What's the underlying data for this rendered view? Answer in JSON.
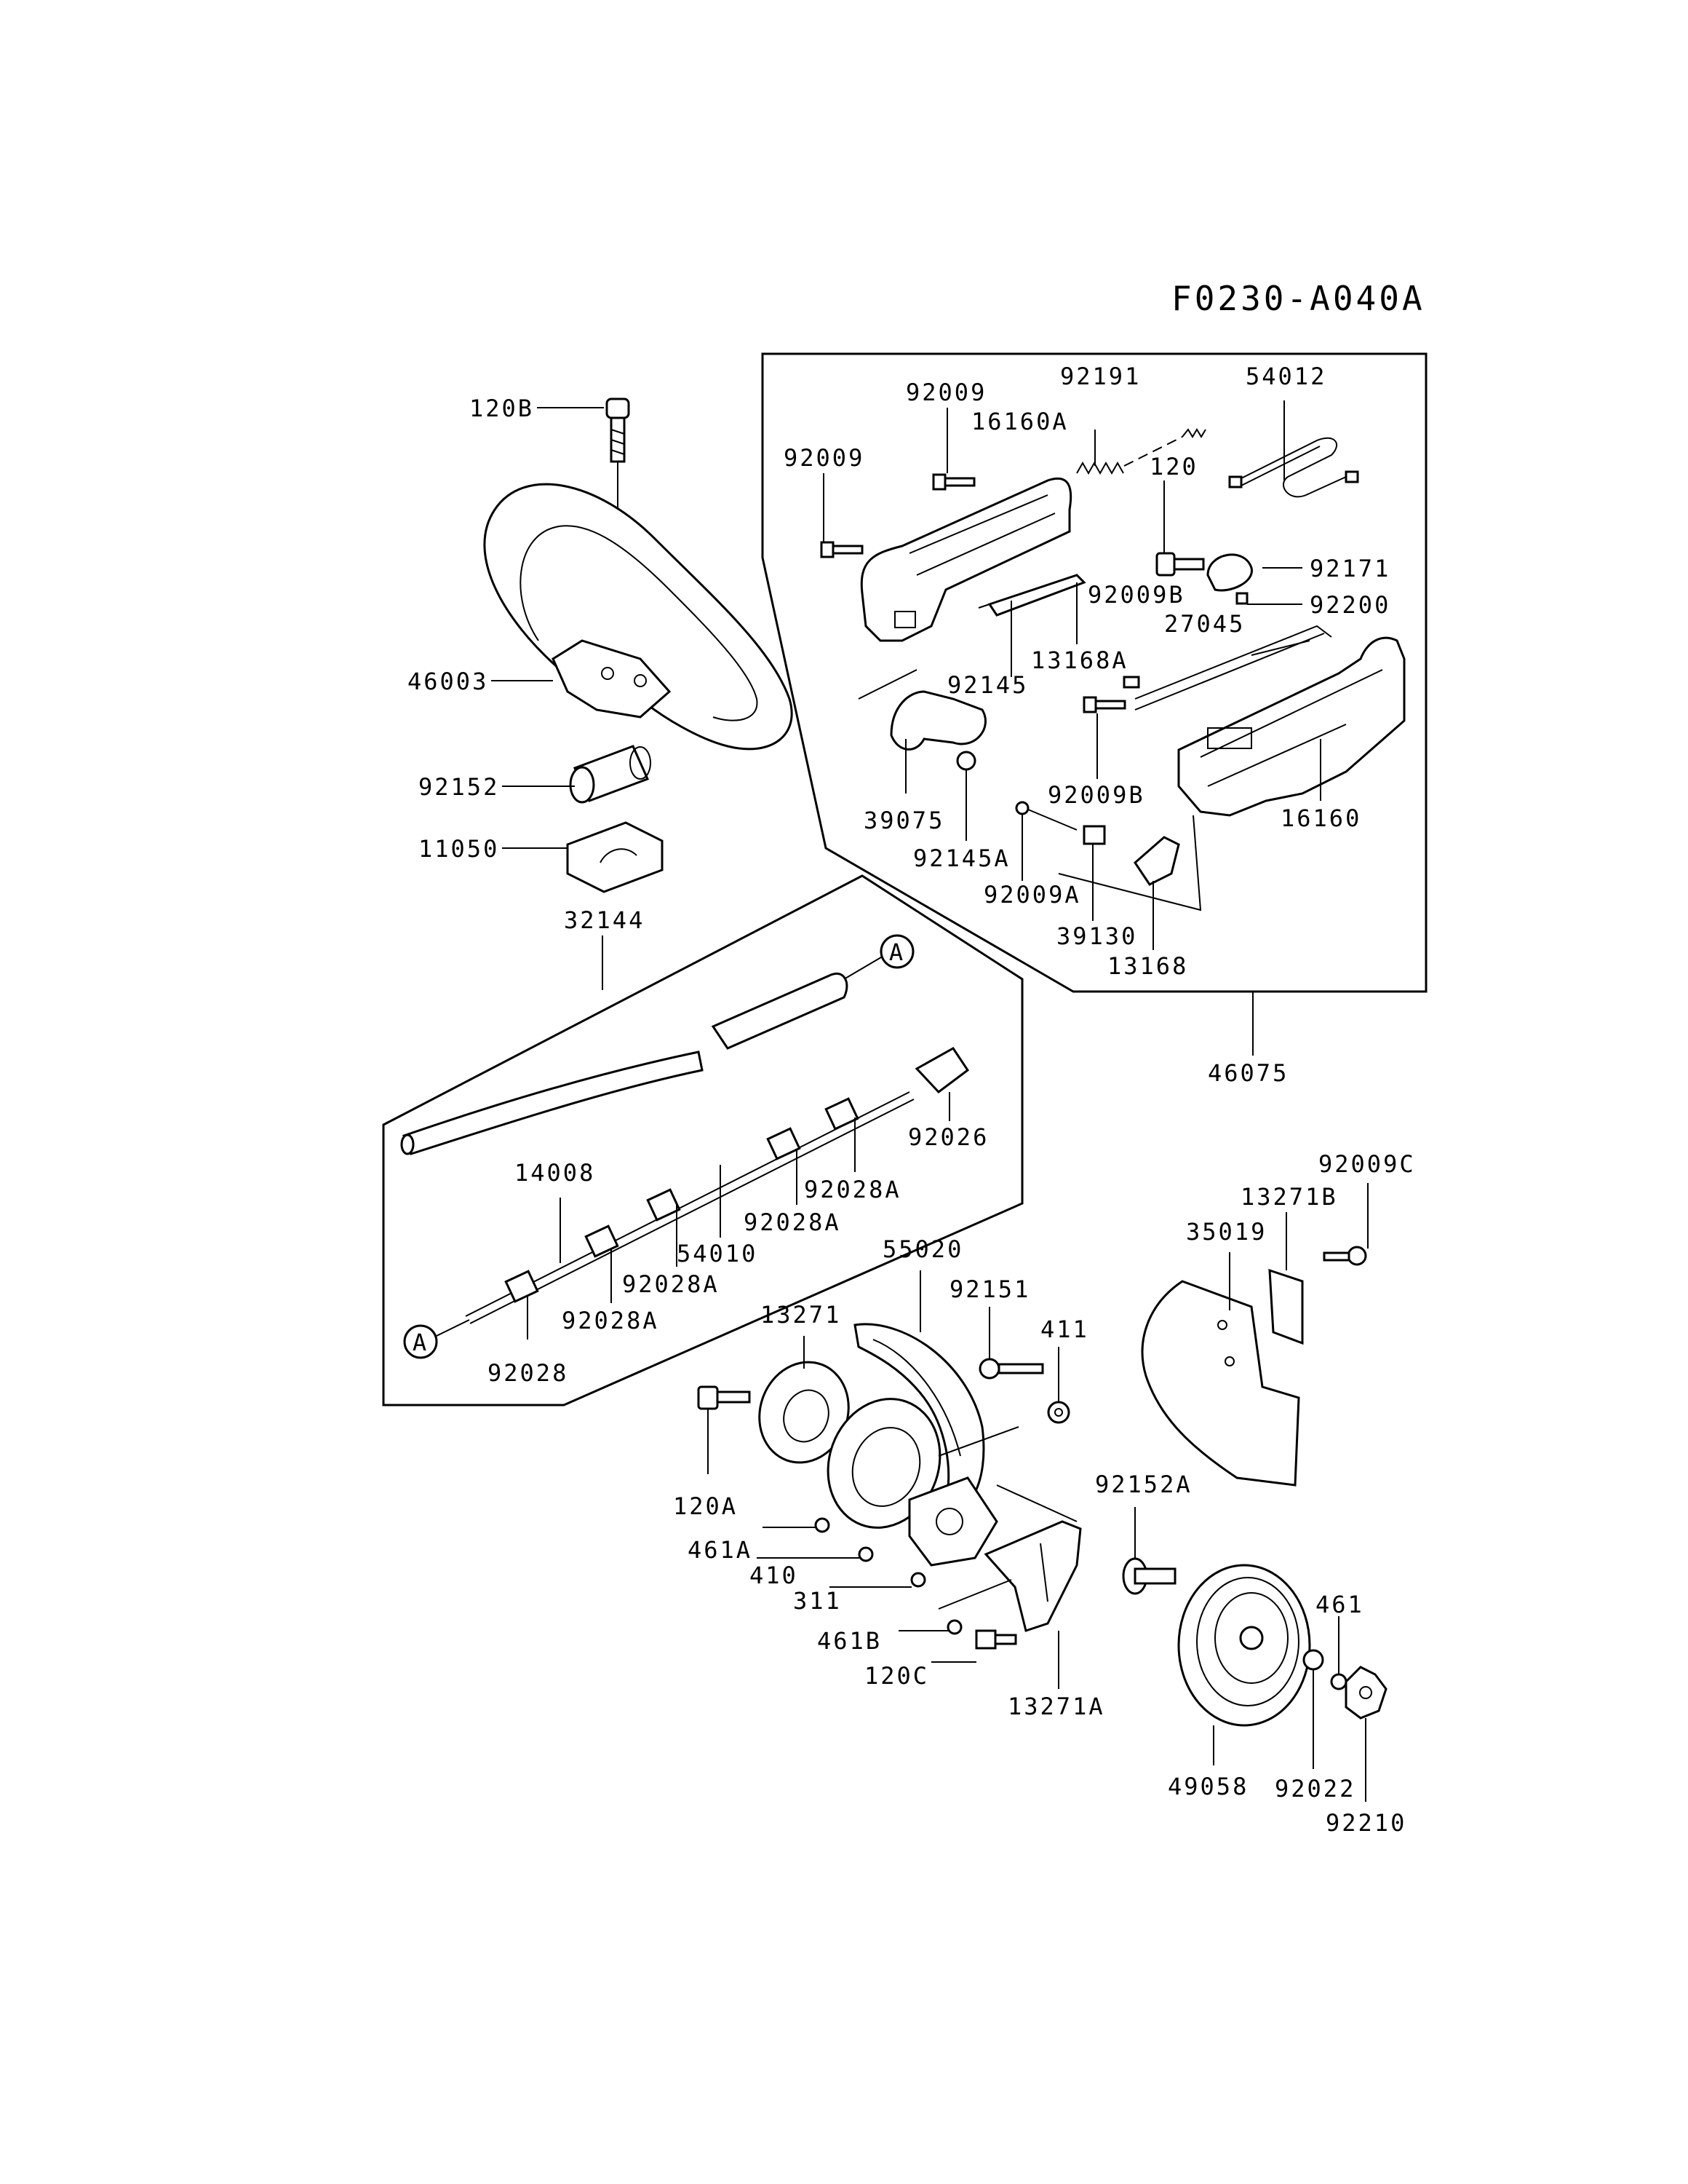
{
  "diagram_code": "F0230-A040A",
  "parts": {
    "p120B": "120B",
    "p46003": "46003",
    "p92152": "92152",
    "p11050": "11050",
    "p32144": "32144",
    "p92009_a": "92009",
    "p92009_b": "92009",
    "p16160A": "16160A",
    "p92191": "92191",
    "p54012": "54012",
    "p120": "120",
    "p92171": "92171",
    "p92009B_a": "92009B",
    "p92200": "92200",
    "p27045": "27045",
    "p13168A": "13168A",
    "p92145": "92145",
    "p39075": "39075",
    "p92145A": "92145A",
    "p92009B_b": "92009B",
    "p16160": "16160",
    "p92009A": "92009A",
    "p39130": "39130",
    "p13168": "13168",
    "p46075": "46075",
    "p92026": "92026",
    "p14008": "14008",
    "p92028A_a": "92028A",
    "p92028A_b": "92028A",
    "p54010": "54010",
    "p92028A_c": "92028A",
    "p92028A_d": "92028A",
    "p92028": "92028",
    "p55020": "55020",
    "p13271": "13271",
    "p92151": "92151",
    "p411": "411",
    "p35019": "35019",
    "p13271B": "13271B",
    "p92009C": "92009C",
    "p120A": "120A",
    "p92152A": "92152A",
    "p461A": "461A",
    "p410": "410",
    "p311": "311",
    "p461B": "461B",
    "p120C": "120C",
    "p13271A": "13271A",
    "p461": "461",
    "p49058": "49058",
    "p92022": "92022",
    "p92210": "92210"
  },
  "markers": {
    "top": "A",
    "bottom": "A"
  }
}
